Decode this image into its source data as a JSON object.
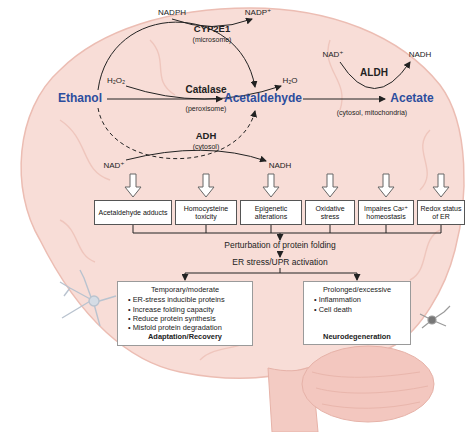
{
  "diagram": {
    "nodes": [
      {
        "text": [
          "Acetaldehyde adducts"
        ]
      },
      {
        "text": [
          "Homocysteine toxicity"
        ]
      },
      {
        "text": [
          "Epigenetic alterations"
        ]
      },
      {
        "text": [
          "Oxidative stress"
        ]
      },
      {
        "text": [
          "Impaires Ca²⁺ homeostasis"
        ]
      },
      {
        "text": [
          "Redox status of ER"
        ]
      },
      {
        "text": [
          "Temporary/moderate",
          "• ER-stress inducible proteins",
          "• Increase folding capacity",
          "• Reduce protein synthesis",
          "• Misfold protein degradation",
          "Adaptation/Recovery"
        ]
      },
      {
        "text": [
          "Prolonged/excessive",
          "• Inflammation",
          "• Cell death",
          "Neurodegeneration"
        ]
      }
    ],
    "labels": [
      "NADPH",
      "NADP⁺",
      "CYP2E1",
      "(microsome)",
      "H₂O₂",
      "Catalase",
      "H₂O",
      "(peroxisome)",
      "Ethanol",
      "Acetaldehyde",
      "NAD⁺",
      "NADH",
      "ALDH",
      "Acetate",
      "(cytosol, mitochondria)",
      "ADH",
      "(cytosol)",
      "NAD⁺",
      "NADH",
      "Perturbation of protein folding",
      "ER stress/UPR activation"
    ]
  }
}
